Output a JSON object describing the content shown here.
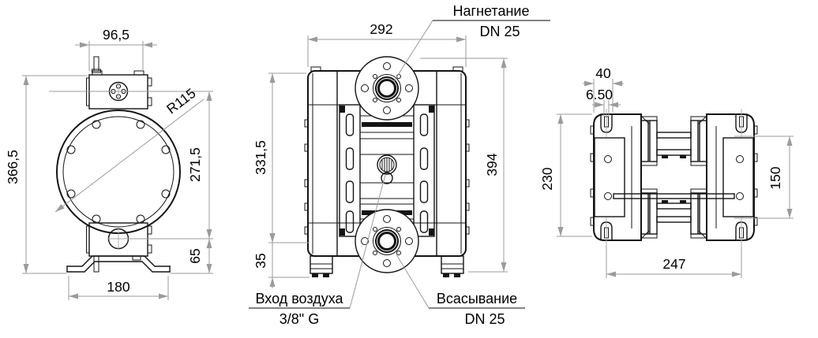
{
  "drawing": {
    "front_view": {
      "dim_top_width": "96,5",
      "dim_radius": "R115",
      "dim_total_height": "366,5",
      "dim_port_span": "271,5",
      "dim_port_height": "65",
      "dim_feet_width": "180"
    },
    "side_view": {
      "dim_width": "292",
      "dim_total_height": "394",
      "dim_body_height": "331,5",
      "dim_foot_height": "35",
      "label_discharge": {
        "line1": "Нагнетание",
        "line2": "DN 25"
      },
      "label_air_inlet": {
        "line1": "Вход воздуха",
        "line2": "3/8\" G"
      },
      "label_suction": {
        "line1": "Всасывание",
        "line2": "DN 25"
      }
    },
    "top_view": {
      "dim_notch_width": "40",
      "dim_slot_width": "6.50",
      "dim_height": "230",
      "dim_bolt_span": "150",
      "dim_length": "247"
    },
    "colors": {
      "object_line": "#141414",
      "dimension_line": "#9b9b9b",
      "text": "#000000",
      "background": "#ffffff"
    }
  }
}
